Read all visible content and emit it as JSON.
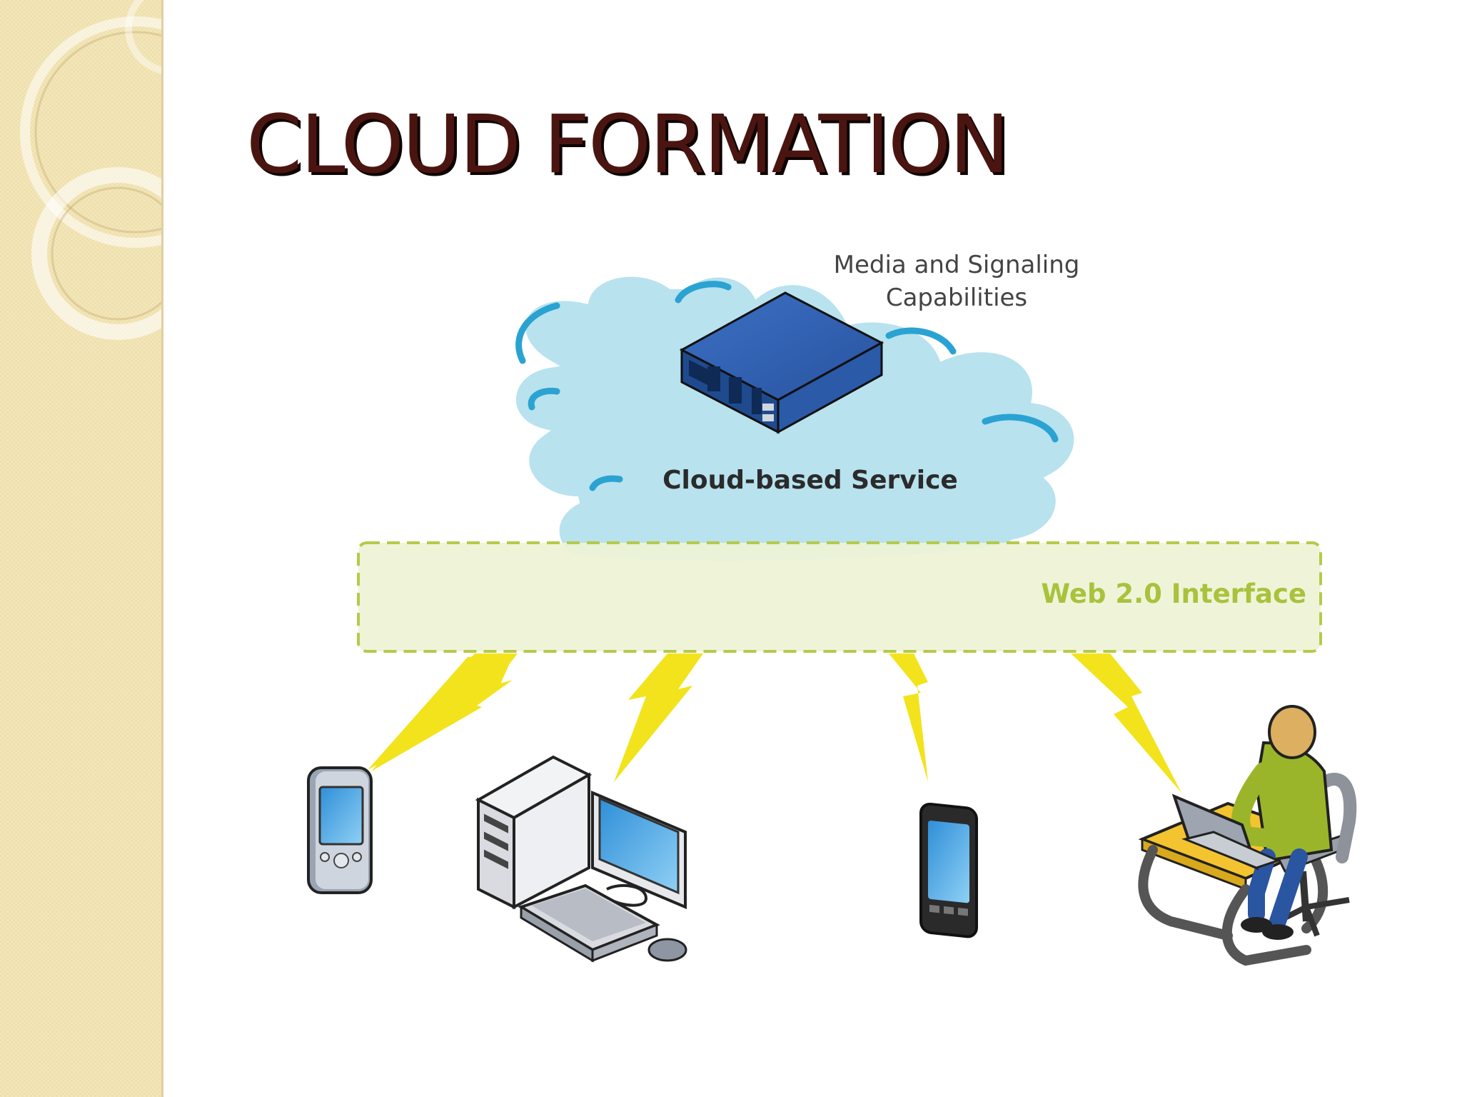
{
  "slide": {
    "title": "CLOUD FORMATION"
  },
  "diagram": {
    "media_label_line1": "Media and Signaling",
    "media_label_line2": "Capabilities",
    "cloud_label": "Cloud-based Service",
    "interface_label": "Web 2.0 Interface",
    "icons": [
      "server-icon",
      "pda-icon",
      "desktop-computer-icon",
      "smartphone-icon",
      "laptop-user-icon"
    ]
  },
  "colors": {
    "title": "#4a1510",
    "cloud_fill": "#b8e2ee",
    "cloud_outline": "#2aa3d2",
    "interface_fill": "#eef3d6",
    "interface_border": "#b5c94a",
    "lightning": "#f2e31c"
  }
}
